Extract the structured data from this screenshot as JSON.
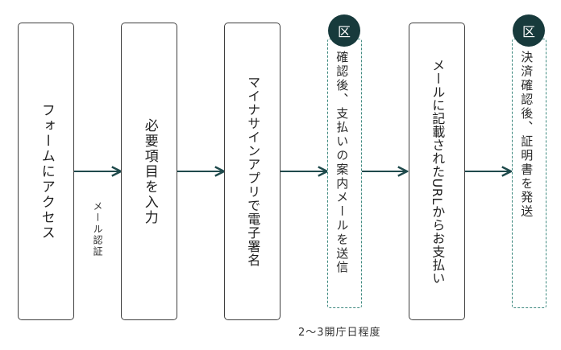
{
  "steps": [
    {
      "id": "form",
      "label": "フォームにアクセス"
    },
    {
      "id": "required",
      "label": "必要項目を入力"
    },
    {
      "id": "signature",
      "label": "マイナサインアプリで電子署名"
    },
    {
      "id": "payment",
      "label": "メールに記載されたURLからお支払い"
    }
  ],
  "ward_boxes": [
    {
      "badge": "区",
      "text": "確認後、支払いの案内メールを送信"
    },
    {
      "badge": "区",
      "text": "決済確認後、証明書を発送"
    }
  ],
  "notes": {
    "mail_auth": "メール認証",
    "duration": "2～3開庁日程度"
  },
  "colors": {
    "badge_bg": "#173a3c",
    "arrow": "#1f4a4c",
    "dashed_border": "#3f8a80",
    "step_border": "#3f3f3f"
  }
}
